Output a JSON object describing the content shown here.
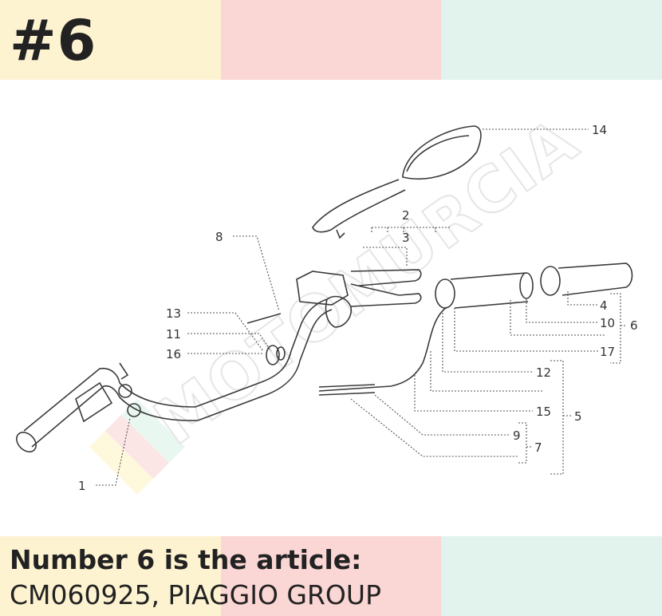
{
  "header": {
    "number": "#6"
  },
  "caption": {
    "line1": "Number 6 is the article:",
    "line2": "CM060925, PIAGGIO GROUP"
  },
  "colors": {
    "band_yellow": "#fdf3d1",
    "band_pink": "#fad6d4",
    "band_mint": "#e1f3ec",
    "line": "#3a3a3a"
  },
  "diagram": {
    "watermark": "MOTOMURCIA",
    "labels": {
      "l1": "1",
      "l2": "2",
      "l3": "3",
      "l4": "4",
      "l5": "5",
      "l6": "6",
      "l7": "7",
      "l8": "8",
      "l9": "9",
      "l10": "10",
      "l11": "11",
      "l12": "12",
      "l13": "13",
      "l14": "14",
      "l15": "15",
      "l16": "16",
      "l17": "17"
    }
  }
}
